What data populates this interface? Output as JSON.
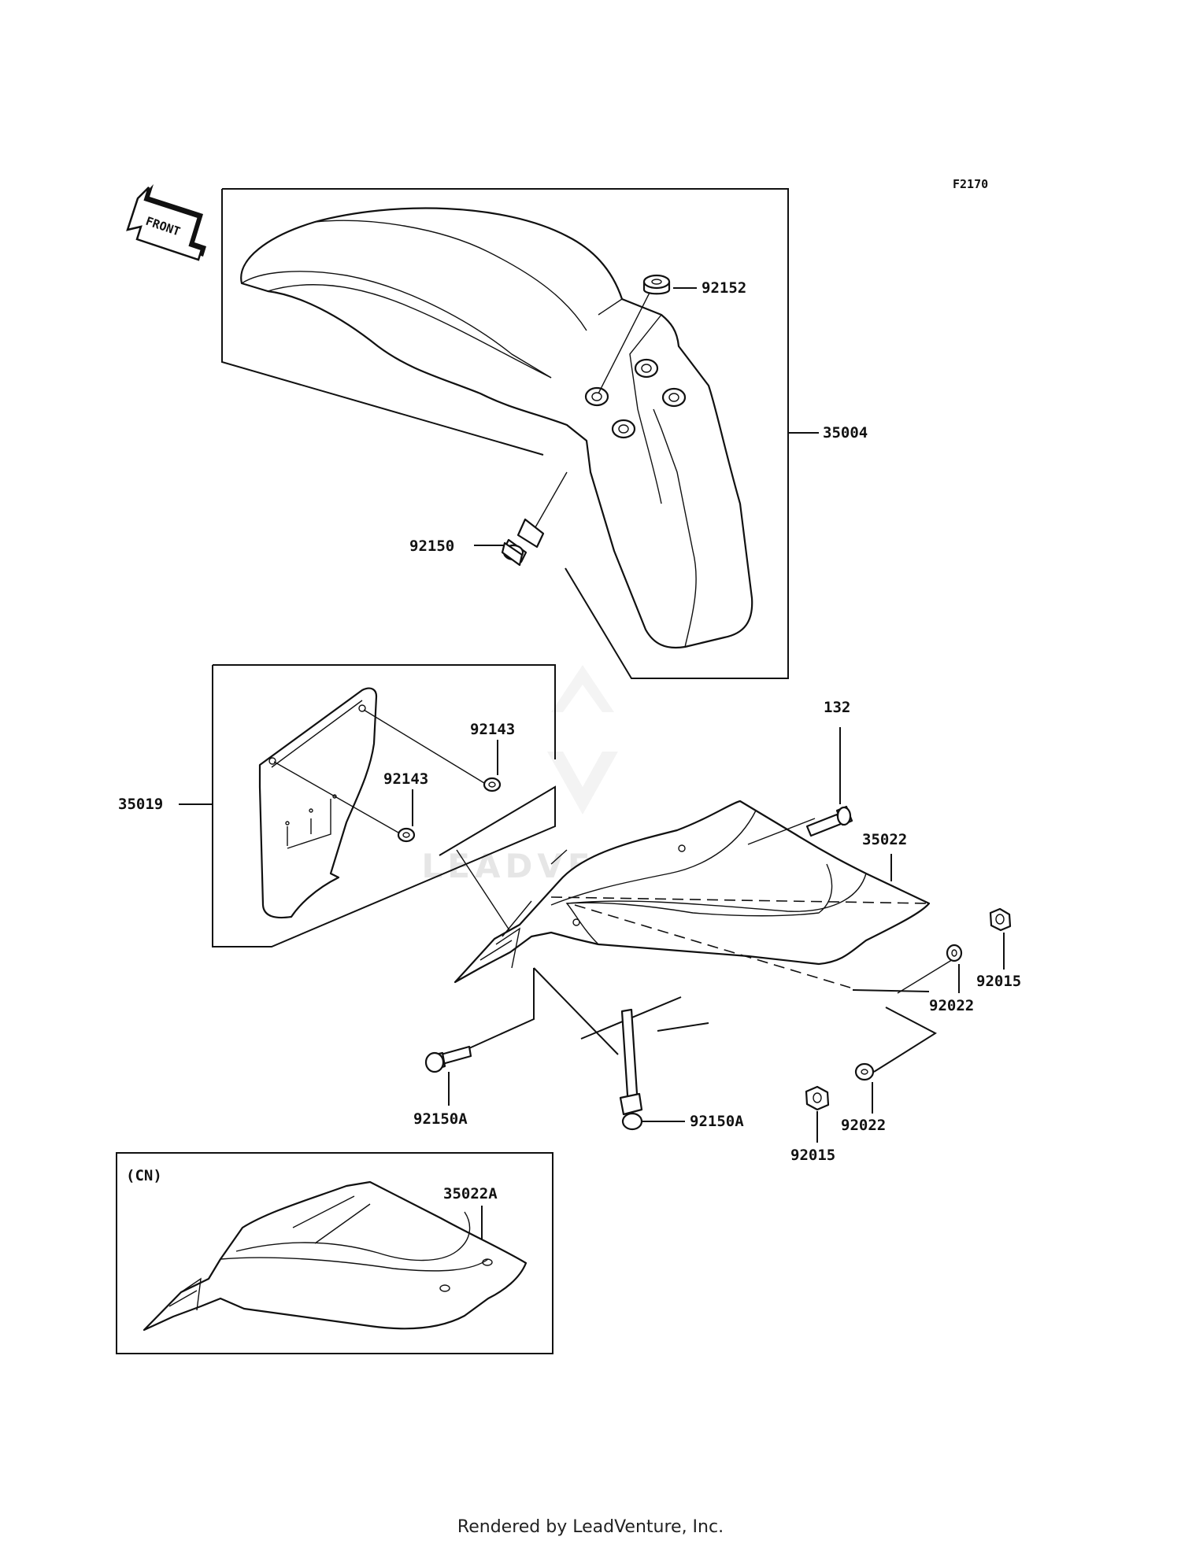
{
  "diagram": {
    "figure_code": "F2170",
    "orientation_label": "FRONT",
    "variant_label": "(CN)",
    "watermark": "LEADVENTURE",
    "footer": "Rendered by LeadVenture, Inc.",
    "parts": {
      "front_fender": "35004",
      "fender_collar": "92152",
      "fender_bolt": "92150",
      "number_plate": "35019",
      "plate_grommet_upper": "92143",
      "plate_grommet_lower": "92143",
      "rear_bolt_top": "132",
      "rear_fender": "35022",
      "rear_nut_right": "92015",
      "rear_washer_right": "92022",
      "rear_washer_lower": "92022",
      "rear_nut_lower": "92015",
      "rear_bolt_left": "92150A",
      "rear_bolt_center": "92150A",
      "rear_fender_cn": "35022A"
    }
  }
}
